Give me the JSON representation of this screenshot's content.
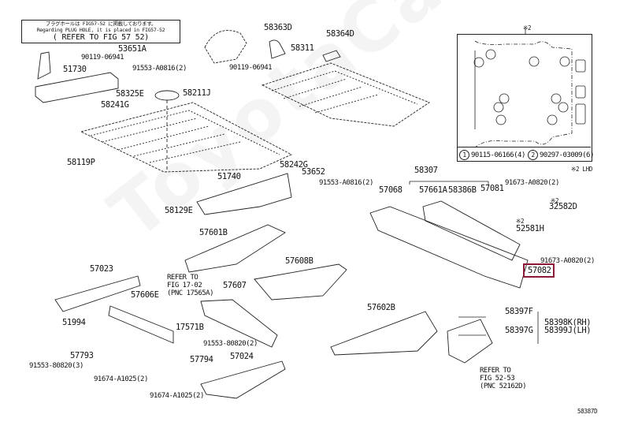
{
  "diagram": {
    "figure_id": "58387D",
    "note": {
      "line1": "プラグホールは FIG57-52 に掲載しております。",
      "line2": "Regarding PLUG HOLE, it is placed in FIG57-52",
      "line3": "( REFER TO FIG 57 52)"
    },
    "labels": {
      "p53651A": "53651A",
      "p90119a": "90119-06941",
      "p51730": "51730",
      "p91553_A0816a": "91553-A0816(2)",
      "p58325E": "58325E",
      "p58241G": "58241G",
      "p58211J": "58211J",
      "p58363D": "58363D",
      "p58364D": "58364D",
      "p58311": "58311",
      "p90119b": "90119-06941",
      "p58119P": "58119P",
      "p58242G": "58242G",
      "p51740": "51740",
      "p53652": "53652",
      "p91553_A0816b": "91553-A0816(2)",
      "p58129E": "58129E",
      "p57601B": "57601B",
      "p57608B": "57608B",
      "p57607": "57607",
      "p57023": "57023",
      "p57606E": "57606E",
      "p17571B": "17571B",
      "p91553_80820a": "91553-80820(2)",
      "p51994": "51994",
      "p57793": "57793",
      "p91553_80820b": "91553-80820(3)",
      "p91674a": "91674-A1025(2)",
      "p57794": "57794",
      "p57024": "57024",
      "p91674b": "91674-A1025(2)",
      "p58307": "58307",
      "p57068": "57068",
      "p57661A": "57661A",
      "p58386B": "58386B",
      "p57081": "57081",
      "p91673a": "91673-A0820(2)",
      "p32582D": "32582D",
      "p52581H": "52581H",
      "p91673b": "91673-A0820(2)",
      "p57082": "57082",
      "p57602B": "57602B",
      "p58397F": "58397F",
      "p58397G": "58397G",
      "p58398K": "58398K(RH)",
      "p58399J": "58399J(LH)",
      "mark2a": "※2",
      "mark2b": "※2"
    },
    "refer_1": {
      "l1": "REFER TO",
      "l2": "FIG 17-02",
      "l3": "(PNC 17565A)"
    },
    "refer_2": {
      "l1": "REFER TO",
      "l2": "FIG 52-53",
      "l3": "(PNC 52162D)"
    },
    "inset": {
      "callout_mark": "※2",
      "legend": [
        {
          "num": "1",
          "part": "90115-06166(4)"
        },
        {
          "num": "2",
          "part": "90297-03009(6)"
        }
      ],
      "footnote": "※2 LHD"
    },
    "highlighted_part": "57082",
    "highlight_color": "#8b1a3a",
    "watermark": "ToyotaCarMine.ru"
  }
}
